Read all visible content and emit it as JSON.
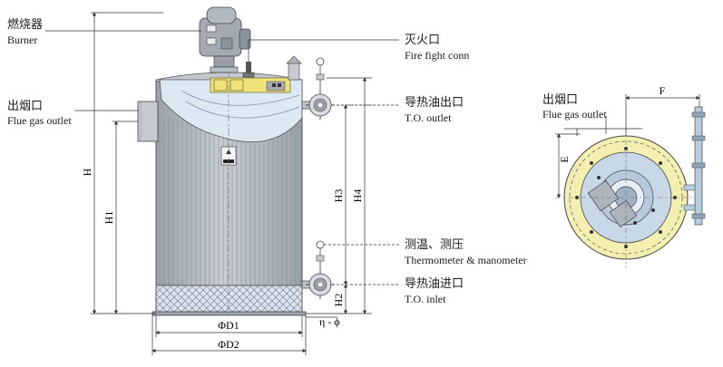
{
  "callouts": {
    "burner": {
      "zh": "燃烧器",
      "en": "Burner"
    },
    "fire_fight": {
      "zh": "灭火口",
      "en": "Fire fight conn"
    },
    "flue_gas": {
      "zh": "出烟口",
      "en": "Flue gas outlet"
    },
    "to_outlet": {
      "zh": "导热油出口",
      "en": "T.O. outlet"
    },
    "thermo": {
      "zh": "测温、测压",
      "en": "Thermometer & manometer"
    },
    "to_inlet": {
      "zh": "导热油进口",
      "en": "T.O. inlet"
    },
    "top_flue_gas": {
      "zh": "出烟口",
      "en": "Flue gas outlet"
    }
  },
  "dimensions": {
    "h": "H",
    "h1": "H1",
    "h2": "H2",
    "h3": "H3",
    "h4": "H4",
    "d1": "ΦD1",
    "d2": "ΦD2",
    "n_phi": "η - ϕ",
    "f": "F",
    "e": "E"
  },
  "colors": {
    "shell": "#b9bfc7",
    "shell_line": "#8a9098",
    "insulation": "#d6dde6",
    "top_view_ring": "#f3efb0",
    "outline": "#333333"
  }
}
